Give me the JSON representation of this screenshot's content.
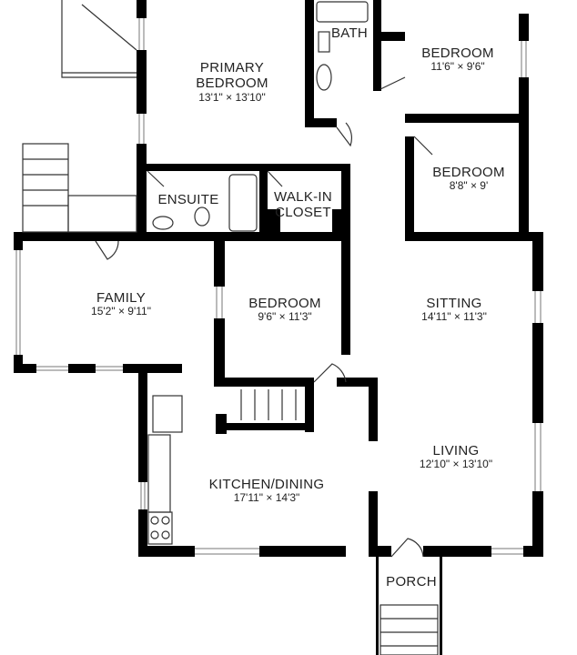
{
  "rooms": {
    "primary_bedroom": {
      "name_line1": "PRIMARY",
      "name_line2": "BEDROOM",
      "dims": "13'1\" × 13'10\""
    },
    "bath": {
      "name": "BATH"
    },
    "bedroom_1": {
      "name": "BEDROOM",
      "dims": "11'6\" × 9'6\""
    },
    "bedroom_2": {
      "name": "BEDROOM",
      "dims": "8'8\" × 9'"
    },
    "ensuite": {
      "name": "ENSUITE"
    },
    "walk_in_closet": {
      "name_line1": "WALK-IN",
      "name_line2": "CLOSET"
    },
    "family": {
      "name": "FAMILY",
      "dims": "15'2\" × 9'11\""
    },
    "bedroom_3": {
      "name": "BEDROOM",
      "dims": "9'6\" × 11'3\""
    },
    "sitting": {
      "name": "SITTING",
      "dims": "14'11\" × 11'3\""
    },
    "living": {
      "name": "LIVING",
      "dims": "12'10\" × 13'10\""
    },
    "kitchen_dining": {
      "name": "KITCHEN/DINING",
      "dims": "17'11\" × 14'3\""
    },
    "porch": {
      "name": "PORCH"
    }
  },
  "colors": {
    "wall": "#000000",
    "window": "#777777",
    "text": "#222222"
  }
}
